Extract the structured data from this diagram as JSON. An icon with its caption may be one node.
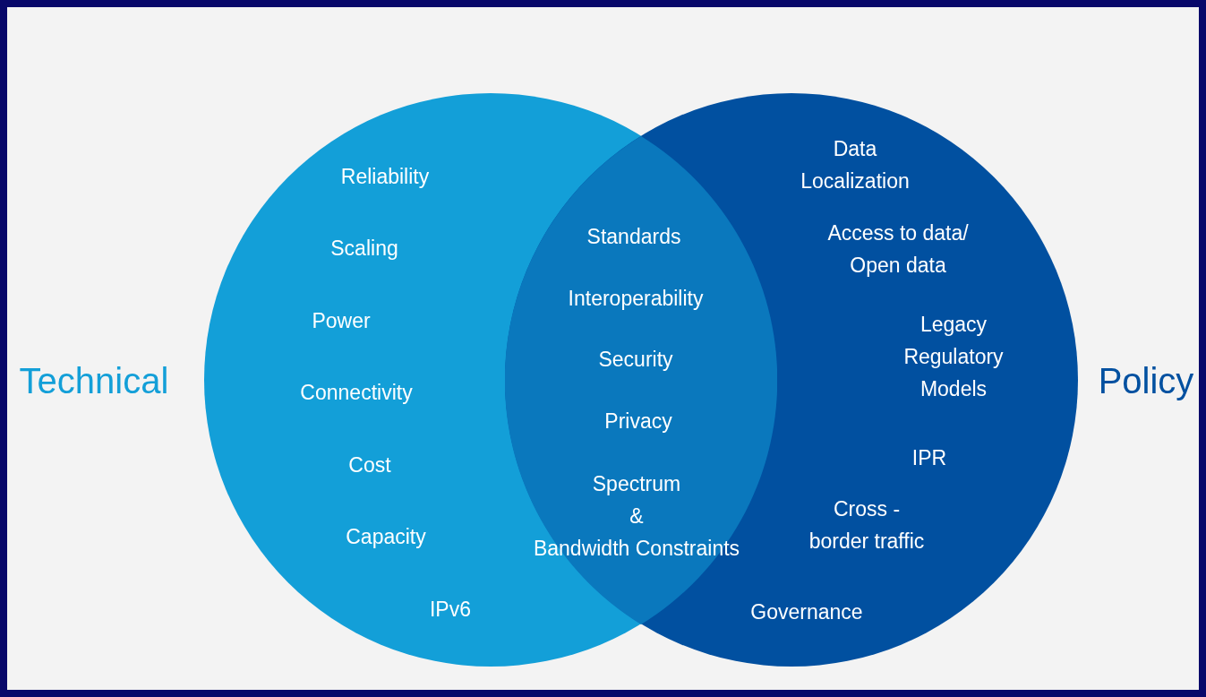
{
  "diagram": {
    "nodes": [
      {
        "text": [
          "Technical",
          "Reliability",
          "Scaling",
          "Power",
          "Connectivity",
          "Cost",
          "Capacity",
          "IPv6"
        ]
      },
      {
        "text": [
          "Policy",
          "Data Localization",
          "Access to data/ Open data",
          "Legacy Regulatory Models",
          "IPR",
          "Cross - border traffic",
          "Governance"
        ]
      },
      {
        "text": [
          "Standards",
          "Interoperability",
          "Security",
          "Privacy",
          "Spectrum & Bandwidth Constraints"
        ]
      }
    ]
  }
}
